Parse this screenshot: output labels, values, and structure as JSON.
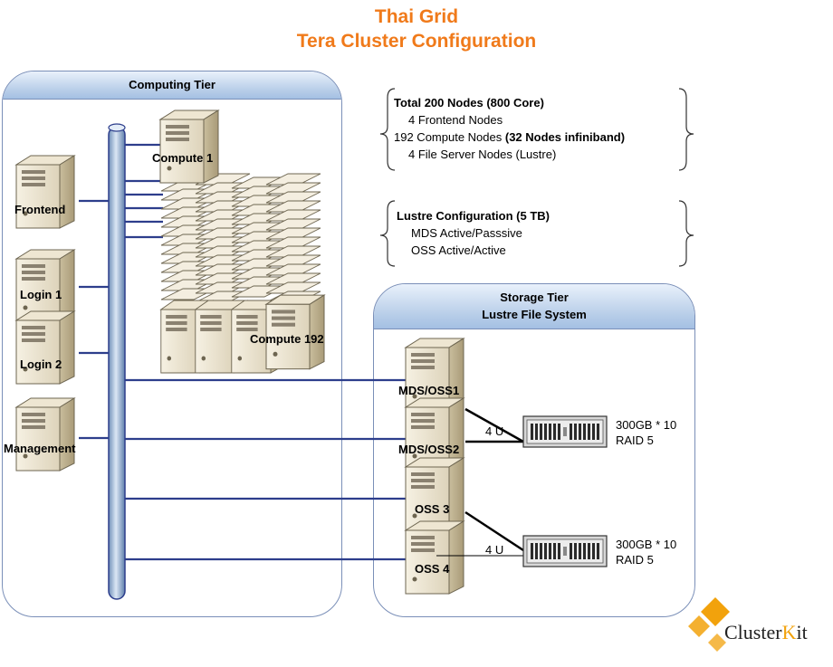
{
  "title": {
    "line1": "Thai Grid",
    "line2": "Tera Cluster Configuration"
  },
  "computing_tier": {
    "label": "Computing Tier",
    "nodes": [
      "Frontend",
      "Login 1",
      "Login 2",
      "Management",
      "Compute 1",
      "Compute 192"
    ]
  },
  "storage_tier": {
    "label_line1": "Storage Tier",
    "label_line2": "Lustre File System",
    "nodes": [
      "MDS/OSS1",
      "MDS/OSS2",
      "OSS 3",
      "OSS 4"
    ],
    "link_label_1": "4 U",
    "link_label_2": "4 U",
    "array1": {
      "line1": "300GB * 10",
      "line2": "RAID 5"
    },
    "array2": {
      "line1": "300GB * 10",
      "line2": "RAID 5"
    }
  },
  "summary": {
    "total": "Total 200 Nodes (800 Core)",
    "frontend": "4 Frontend Nodes",
    "compute": "192 Compute Nodes ",
    "compute_bold": "(32 Nodes infiniband)",
    "fileserver": "4 File Server Nodes (Lustre)"
  },
  "lustre": {
    "title": "Lustre Configuration (5 TB)",
    "mds": "MDS Active/Passsive",
    "oss": "OSS Active/Active"
  },
  "logo": {
    "text_a": "Cluster",
    "text_b": "K",
    "text_c": "it"
  },
  "colors": {
    "title": "#f07a1a",
    "bus": "#2d3e8c",
    "tier_border": "#7a8fb8",
    "logo_accent": "#f2a20c"
  }
}
